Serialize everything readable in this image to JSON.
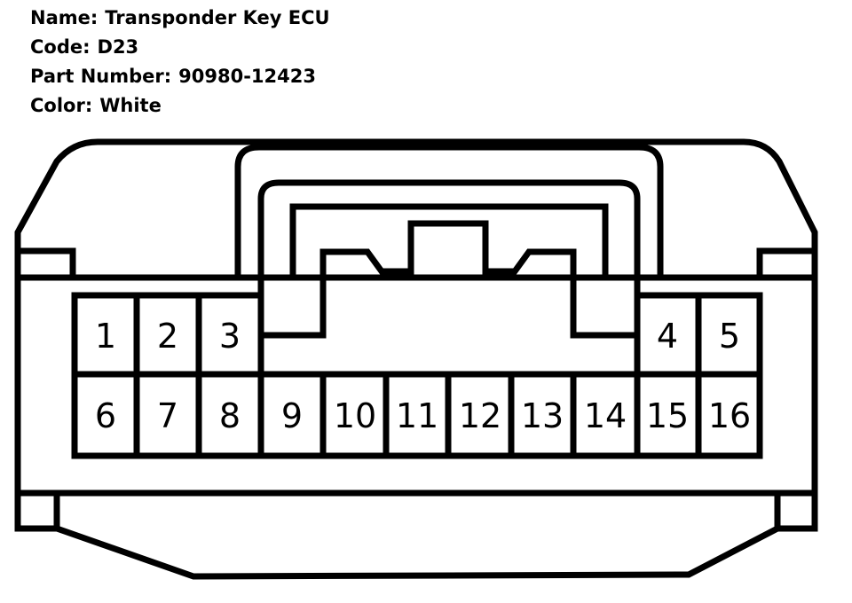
{
  "info": {
    "name_label": "Name:",
    "name_value": "Transponder Key ECU",
    "code_label": "Code:",
    "code_value": "D23",
    "part_label": "Part Number:",
    "part_value": "90980-12423",
    "color_label": "Color:",
    "color_value": "White"
  },
  "connector": {
    "stroke_color": "#000000",
    "fill_color": "#ffffff",
    "pins_top": [
      "1",
      "2",
      "3",
      "4",
      "5"
    ],
    "pins_bottom": [
      "6",
      "7",
      "8",
      "9",
      "10",
      "11",
      "12",
      "13",
      "14",
      "15",
      "16"
    ]
  }
}
